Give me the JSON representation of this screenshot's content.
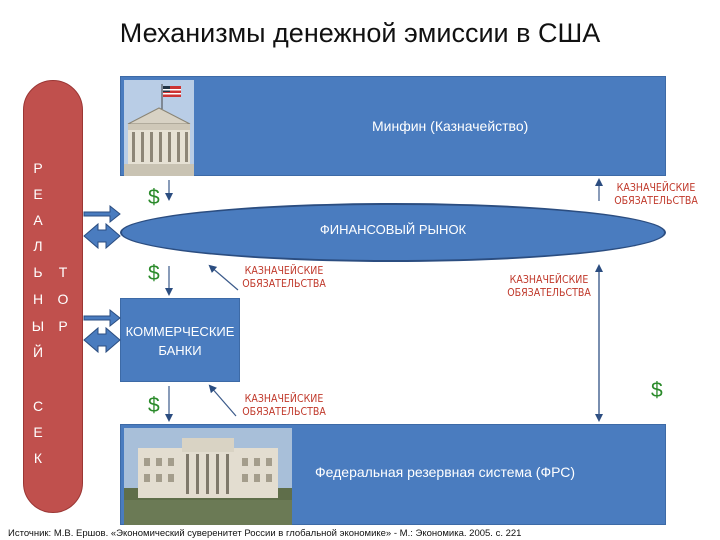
{
  "title": "Механизмы денежной эмиссии в США",
  "left_bar": {
    "col1": [
      "Р",
      "Е",
      "А",
      "Л",
      "Ь",
      "Н",
      "Ы",
      "Й"
    ],
    "col2": [
      "Т",
      "О",
      "Р"
    ],
    "col3": [
      "С",
      "Е",
      "К"
    ]
  },
  "minfin": {
    "label": "Минфин (Казначейство)"
  },
  "market": {
    "label": "ФИНАНСОВЫЙ РЫНОК"
  },
  "banks": {
    "line1": "КОММЕРЧЕСКИЕ",
    "line2": "БАНКИ"
  },
  "frs": {
    "label": "Федеральная резервная система (ФРС)"
  },
  "dollar": "$",
  "kaz_line1": "КАЗНАЧЕЙСКИЕ",
  "kaz_line2": "ОБЯЗАТЕЛЬСТВА",
  "source": "Источник: М.В. Ершов. «Экономический суверенитет России в глобальной экономике» - М.: Экономика. 2005. с. 221"
}
